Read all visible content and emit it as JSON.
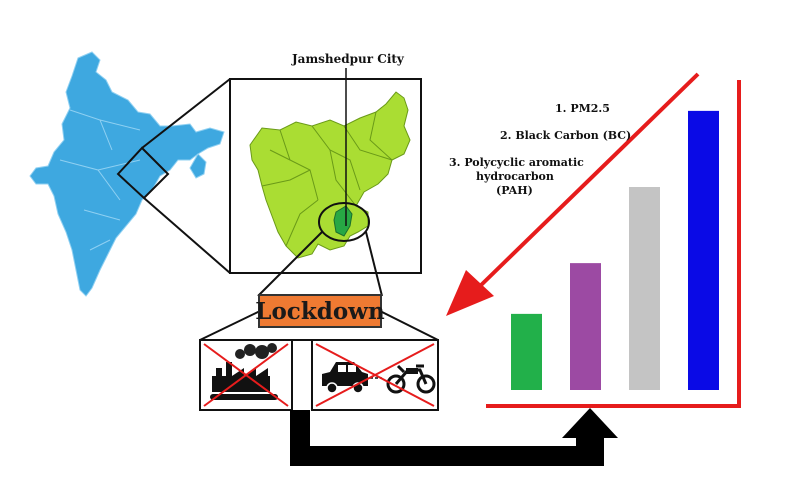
{
  "labels": {
    "city": "Jamshedpur City",
    "lockdown": "Lockdown",
    "pollutant_1": "1. PM2.5",
    "pollutant_2": "2. Black Carbon (BC)",
    "pollutant_3_line1": "3. Polycyclic aromatic",
    "pollutant_3_line2": "hydrocarbon",
    "pollutant_3_line3": "(PAH)"
  },
  "icons": {
    "india_map": "india-map-icon",
    "state_map": "jharkhand-map-icon",
    "factory": "factory-icon",
    "car": "car-icon",
    "motorbike": "motorbike-icon",
    "prohibit_cross": "cross-out-icon"
  },
  "chart_data": {
    "type": "bar",
    "categories": [
      "",
      "",
      "",
      ""
    ],
    "values": [
      2.1,
      3.5,
      5.6,
      7.7
    ],
    "ylim": [
      0,
      8
    ],
    "colors": [
      "#22b04a",
      "#9c4aa3",
      "#c4c4c4",
      "#0a0ae6"
    ],
    "trend": "increasing"
  },
  "colors": {
    "india_fill": "#3ea8e0",
    "state_fill": "#aadd33",
    "district_fill": "#27a844",
    "lockdown_fill": "#ef7a32",
    "arrow_red": "#e61c1c",
    "cross_red": "#e61c1c",
    "flow_arrow": "#000000"
  }
}
